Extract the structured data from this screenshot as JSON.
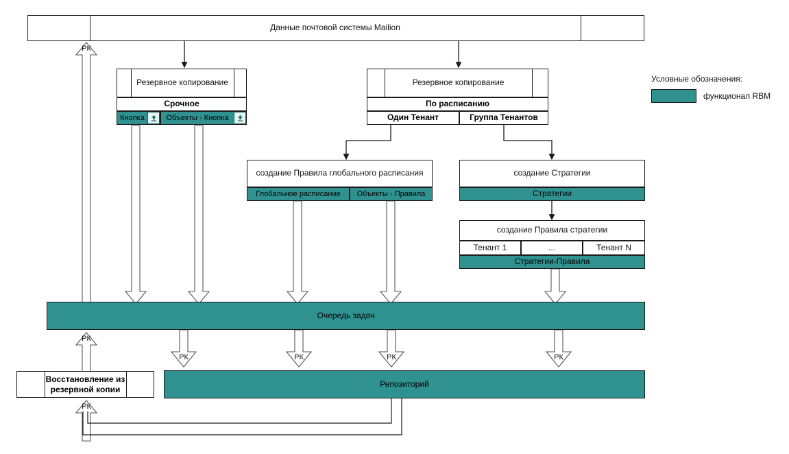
{
  "diagram": {
    "title_box": {
      "label": "Данные почтовой системы Mailion"
    },
    "urgent_backup": {
      "header": "Резервное копирование",
      "subheader": "Срочное",
      "cells": [
        "Кнопка",
        "Объекты - Кнопка"
      ],
      "icon": "upload-icon"
    },
    "scheduled_backup": {
      "header": "Резервное копирование",
      "subheader": "По расписанию",
      "cells": [
        "Один Тенант",
        "Группа Тенантов"
      ]
    },
    "global_rule": {
      "header": "создание Правила глобального расписания",
      "cells": [
        "Глобальное расписание",
        "Объекты - Правила"
      ]
    },
    "strategy": {
      "header": "создание Стратегии",
      "cells": [
        "Стратегии"
      ]
    },
    "strategy_rule": {
      "header": "создание Правила стратегии",
      "tenants": [
        "Тенант 1",
        "...",
        "Тенант N"
      ],
      "cells": [
        "Стратегии-Правила"
      ]
    },
    "task_queue": {
      "label": "Очередь задач"
    },
    "repository": {
      "label": "Репозиторий"
    },
    "restore": {
      "label_line1": "Восстановление из",
      "label_line2": "резервной копии"
    },
    "arrow_labels": {
      "rk": "РК"
    },
    "legend": {
      "title": "Условные обозначения:",
      "label": "функционал RBM",
      "color": "#2f9290"
    },
    "colors": {
      "teal": "#2f9290",
      "stroke": "#1a1a1a",
      "background": "#ffffff"
    }
  }
}
